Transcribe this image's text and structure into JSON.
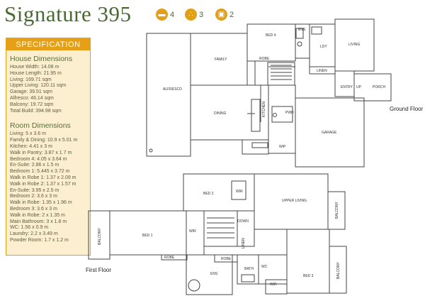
{
  "title": "Signature 395",
  "features": [
    {
      "icon": "bed-icon",
      "count": "4"
    },
    {
      "icon": "shower-icon",
      "count": "3"
    },
    {
      "icon": "car-icon",
      "count": "2"
    }
  ],
  "spec": {
    "heading": "SPECIFICATION",
    "house_title": "House Dimensions",
    "house": [
      "House Width: 14.08 m",
      "House Length: 21.95 m",
      "Living: 169.71 sqm",
      "Upper Living: 120.11 sqm",
      "Garage: 39.51 sqm",
      "Alfresco: 46.14 sqm",
      "Balcony: 19.72 sqm",
      "Total Build: 394.98 sqm"
    ],
    "room_title": "Room Dimensions",
    "rooms": [
      "Living: 5 x 3.6 m",
      "Family & Dining: 10.9 x 5.01 m",
      "Kitchen: 4.41 x 3 m",
      "Walk in Pantry: 3.87 x 1.7 m",
      "Bedroom 4: 4.05 x 3.64 m",
      "En-Suite: 2.86 x 1.5 m",
      "Bedroom 1: 5.445 x 3.72 m",
      "Walk in Robe 1: 1.37 x 2.09 m",
      "Walk in Robe 2: 1.37 x 1.57 m",
      "En-Suite: 3.95 x 2.5 m",
      "Bedroom 2: 3.6 x 3 m",
      "Walk in Robe: 1.35 x 1.96 m",
      "Bedroom 3: 3.6 x 3 m",
      "Walk in Robe: 2 x 1.35 m",
      "Main Bathroom: 3 x 1.8 m",
      "WC: 1.56 x 0.9 m",
      "Laundry: 2.2 x 3.49 m",
      "Powder Room: 1.7 x 1.2 m"
    ]
  },
  "ground_floor": {
    "label": "Ground Floor",
    "rooms": [
      "ALFRESCO",
      "FAMILY",
      "BED 4",
      "ENS",
      "LDY",
      "LIVING",
      "ROBE",
      "LINEN",
      "ENTRY",
      "UP",
      "PORCH",
      "DINING",
      "KITCHEN",
      "PWD",
      "WIP",
      "GARAGE"
    ]
  },
  "first_floor": {
    "label": "First Floor",
    "rooms": [
      "BED 2",
      "WIR",
      "UPPER LIVING",
      "BALCONY",
      "DOWN",
      "BALCONY",
      "BED 1",
      "WIR",
      "ROBE",
      "LINEN",
      "ROBE",
      "ENS",
      "BATH",
      "WC",
      "BED 3",
      "BALCONY",
      "WIR"
    ]
  }
}
